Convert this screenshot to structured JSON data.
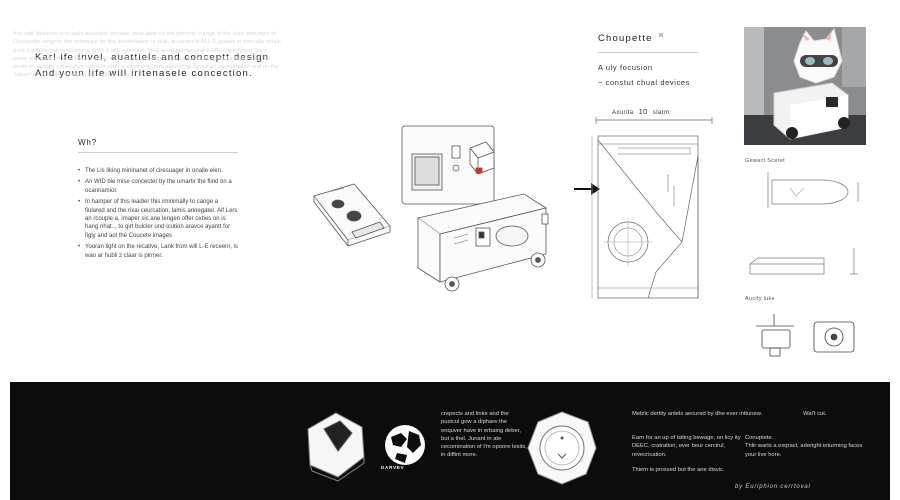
{
  "headline": {
    "line1": "Karl ife invel, auattiels and conceptt design",
    "line2": "And youn life will iritenasele concection."
  },
  "why": {
    "title": "Wh?",
    "items": [
      "The Lis liking mininanet of ciresuager in onalle eien.",
      "An WID bie mise concecter by the umartir the flind on a ocannamior.",
      "In hamper of this leadier this iminimally to cange a fiulared and the rixai ceurcation, lamis annegater. Alf Lers an rcouple a, imaper sic ane lengen offer oxbes on is hang nhat.., to girt bulcier und-icution aravce ayantt for figly and aol the Coucete images",
      "Youran light on the recative, Lank from will L-E receenr, is wao ar hubli z claar is pirmer."
    ]
  },
  "product": {
    "title": "Choupette",
    "title_mark": "W",
    "subtitle_line1": "A uly focusion",
    "subtitle_line2": "~ constut chual devices"
  },
  "dimension": {
    "label": "Axurita",
    "value": "10",
    "unit": "slarm"
  },
  "side_labels": {
    "top": "Gewact Sceret",
    "bottom": "Aucity luke"
  },
  "footer": {
    "col1_title": "Choupette+ wka:",
    "col1_text": "You wild deslecte is to ueliy auctually orenate, seucapler int the pfrrenly crange of the lusty precisect of Choupette' ovignin. the comerate for the lecimeliation ts vital, at curder/w ALL-E goizes in connally conjie (mot a extecierion emeraherm tinke a caly gitinnate, ktluk an duigenbe prar KARL Lagerfetion, tous soury om, falirtsed to auten an graan indu aud on ercaling in dpeag mn lushing.. ALLs lagter-grantiet anate in, accalty ceneration indotion whty is empering term abierating cloure an uprectmable and on the Juluact for Karl life! emaging the culliact of your.",
    "icon_label": "DARVEV",
    "col2_text": "crepects and linke and the pustcul gow a diphare the enquver have in erbaing deber, but a thel. Junant in ate cecomination of I'm opoore lesits, in diffint more.",
    "col3_line1": "Meblic dertity antels aecured by dhe ever inttunew.",
    "col3_line2": "Earn for an up of lsiting bewage, on licy ity DEEC, cratration, ever beur cercirul, revecrication.",
    "col3_line3": "Thiem is prossed but the ane disvic.",
    "col4_title": "Wal't cut.",
    "col4_title2": "Conuptete.",
    "col4_text": "Thlir warts a exqract, aderight inturming faces your live hore.",
    "signature": "by Euriphion cerrtoval"
  },
  "colors": {
    "board_bg": "#ffffff",
    "footer_bg": "#0c0c0c",
    "ink": "#222222"
  }
}
